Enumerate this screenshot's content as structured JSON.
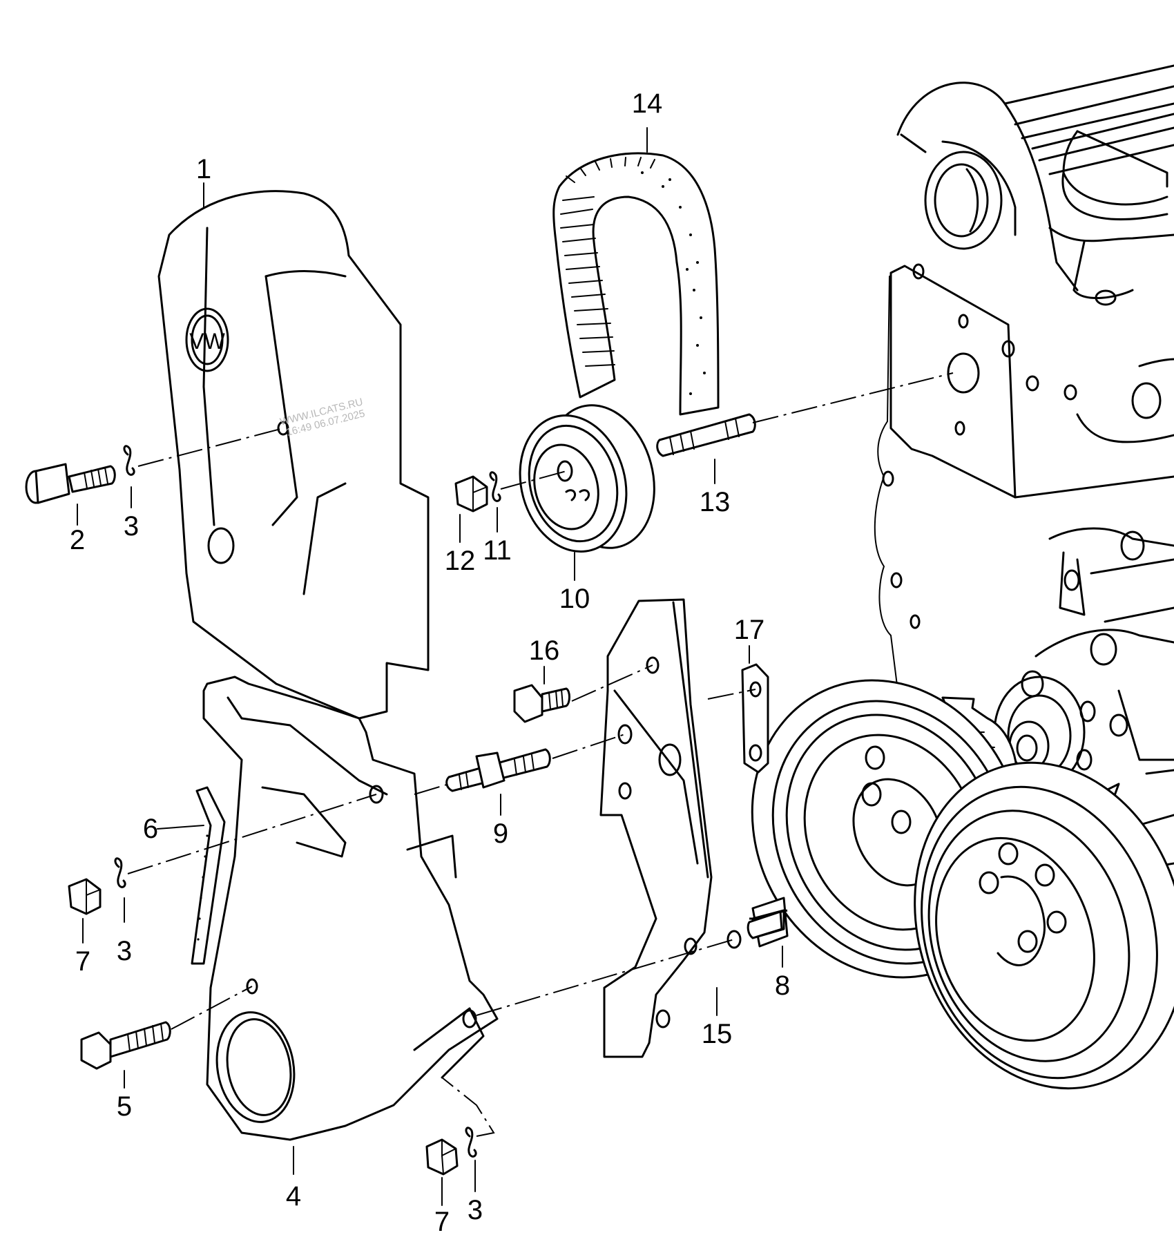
{
  "diagram": {
    "title": "Timing belt cover and tensioner assembly (exploded view)",
    "watermark": {
      "line1": "WWW.ILCATS.RU",
      "line2": "16:49 06.07.2025"
    },
    "callouts": [
      {
        "id": "c1",
        "label": "1",
        "part": "Timing belt cover (upper)"
      },
      {
        "id": "c2",
        "label": "2",
        "part": "Socket head bolt"
      },
      {
        "id": "c3a",
        "label": "3",
        "part": "Spring washer"
      },
      {
        "id": "c3b",
        "label": "3",
        "part": "Spring washer"
      },
      {
        "id": "c3c",
        "label": "3",
        "part": "Spring washer"
      },
      {
        "id": "c4",
        "label": "4",
        "part": "Timing belt cover (lower)"
      },
      {
        "id": "c5",
        "label": "5",
        "part": "Hex bolt"
      },
      {
        "id": "c6",
        "label": "6",
        "part": "Seal strip"
      },
      {
        "id": "c7a",
        "label": "7",
        "part": "Hex nut"
      },
      {
        "id": "c7b",
        "label": "7",
        "part": "Hex nut"
      },
      {
        "id": "c8",
        "label": "8",
        "part": "Bolt"
      },
      {
        "id": "c9",
        "label": "9",
        "part": "Stud"
      },
      {
        "id": "c10",
        "label": "10",
        "part": "Tensioner pulley"
      },
      {
        "id": "c11",
        "label": "11",
        "part": "Spring washer"
      },
      {
        "id": "c12",
        "label": "12",
        "part": "Hex nut"
      },
      {
        "id": "c13",
        "label": "13",
        "part": "Stud"
      },
      {
        "id": "c14",
        "label": "14",
        "part": "Toothed timing belt"
      },
      {
        "id": "c15",
        "label": "15",
        "part": "Bracket"
      },
      {
        "id": "c16",
        "label": "16",
        "part": "Hex bolt"
      },
      {
        "id": "c17",
        "label": "17",
        "part": "Plate"
      }
    ],
    "logo_text": "VW"
  }
}
